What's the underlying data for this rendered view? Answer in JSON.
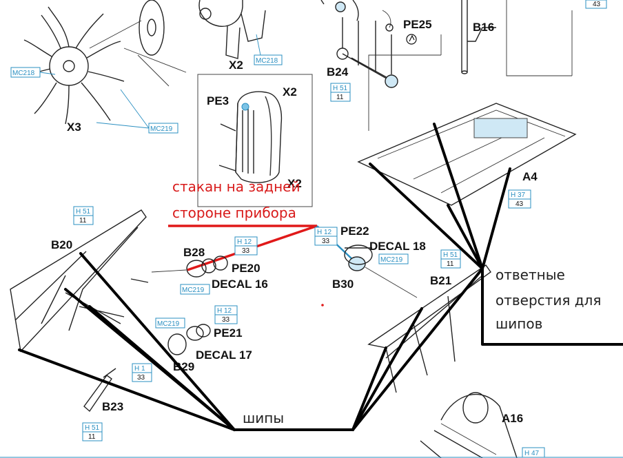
{
  "labels": {
    "x3": "X3",
    "x2_top": "X2",
    "x2_panel": "X2",
    "x2_panel_b": "X2",
    "pe3": "PE3",
    "pe25": "PE25",
    "b16": "B16",
    "b24": "B24",
    "a4": "A4",
    "b20": "B20",
    "b28": "B28",
    "pe20": "PE20",
    "decal16": "DECAL 16",
    "pe22": "PE22",
    "decal18": "DECAL 18",
    "b30": "B30",
    "b21": "B21",
    "pe21": "PE21",
    "decal17": "DECAL 17",
    "b29": "B29",
    "b23": "B23",
    "a16": "A16"
  },
  "refs": {
    "h51_b24": {
      "top": "H 51",
      "bot": "11"
    },
    "h37": {
      "top": "H 37",
      "bot": "43"
    },
    "h51_b20": {
      "top": "H 51",
      "bot": "11"
    },
    "h12_b28": {
      "top": "H 12",
      "bot": "33"
    },
    "h12_b30": {
      "top": "H 12",
      "bot": "33"
    },
    "h51_b21": {
      "top": "H 51",
      "bot": "11"
    },
    "h12_b29": {
      "top": "H 12",
      "bot": "33"
    },
    "h1x_b23": {
      "top": "H 1",
      "bot": "33"
    },
    "h51_b23": {
      "top": "H 51",
      "bot": "11"
    },
    "h47": {
      "top": "H 47",
      "bot": ""
    },
    "top_right": {
      "top": "",
      "bot": "43"
    }
  },
  "color_codes": {
    "mc218_left": "MC218",
    "mc218_x2": "MC218",
    "mc219_x3": "MC219",
    "mc219_b28": "MC219",
    "mc219_b30": "MC219",
    "mc219_b29": "MC219"
  },
  "annotations": {
    "red_note_line1": "стакан на задней",
    "red_note_line2": "стороне прибора",
    "right_note_line1": "ответные",
    "right_note_line2": "отверстия для",
    "right_note_line3": "шипов",
    "bottom_note": "шипы"
  },
  "colors": {
    "accent_blue": "#2a8fc1",
    "annotation_red": "#e01919",
    "ink": "#111111"
  }
}
